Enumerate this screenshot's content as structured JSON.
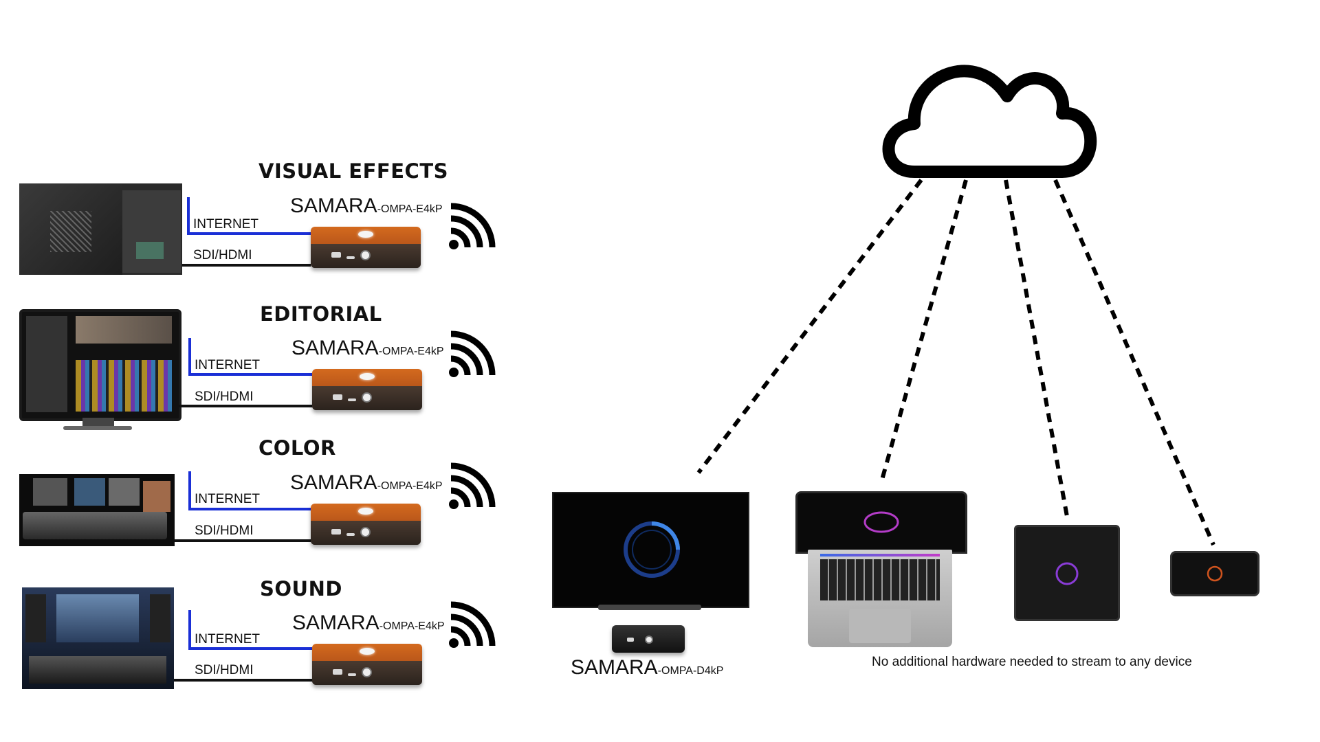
{
  "rows": [
    {
      "title": "VISUAL EFFECTS",
      "device": "SAMARA",
      "model": "-OMPA-E4kP",
      "internet": "INTERNET",
      "sdi": "SDI/HDMI"
    },
    {
      "title": "EDITORIAL",
      "device": "SAMARA",
      "model": "-OMPA-E4kP",
      "internet": "INTERNET",
      "sdi": "SDI/HDMI"
    },
    {
      "title": "COLOR",
      "device": "SAMARA",
      "model": "-OMPA-E4kP",
      "internet": "INTERNET",
      "sdi": "SDI/HDMI"
    },
    {
      "title": "SOUND",
      "device": "SAMARA",
      "model": "-OMPA-E4kP",
      "internet": "INTERNET",
      "sdi": "SDI/HDMI"
    }
  ],
  "decoder": {
    "device": "SAMARA",
    "model": "-OMPA-D4kP"
  },
  "footer": "No additional hardware needed to stream to any device",
  "colors": {
    "internet_line": "#1a2fd6",
    "sdi_line": "#111111",
    "box_orange": "#d46a1e",
    "cloud": "#000000"
  },
  "icons": [
    "wifi-icon",
    "cloud-icon"
  ]
}
